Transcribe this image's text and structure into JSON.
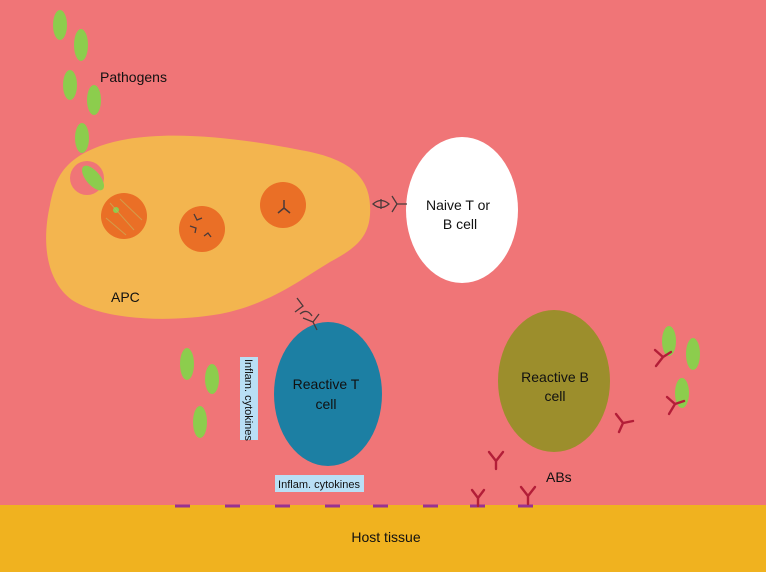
{
  "labels": {
    "pathogens": "Pathogens",
    "apc": "APC",
    "naive_line1": "Naive T or",
    "naive_line2": "B cell",
    "reactive_t_line1": "Reactive T",
    "reactive_t_line2": "cell",
    "reactive_b_line1": "Reactive B",
    "reactive_b_line2": "cell",
    "inflam_vertical": "Inflam. cytokines",
    "inflam_horizontal": "Inflam. cytokines",
    "abs": "ABs",
    "host_tissue": "Host tissue"
  },
  "colors": {
    "background": "#f07577",
    "host_tissue": "#f0b21f",
    "apc": "#f3b54f",
    "vesicle": "#ea6f26",
    "pathogen": "#8ccd4d",
    "naive_cell": "#ffffff",
    "reactive_t": "#1c7fa3",
    "reactive_b": "#9c8e2c",
    "antibody": "#b31e38",
    "receptor": "#4a3a3a",
    "membrane_dash": "#993290",
    "cytokine_label_bg": "#b9dff5"
  }
}
